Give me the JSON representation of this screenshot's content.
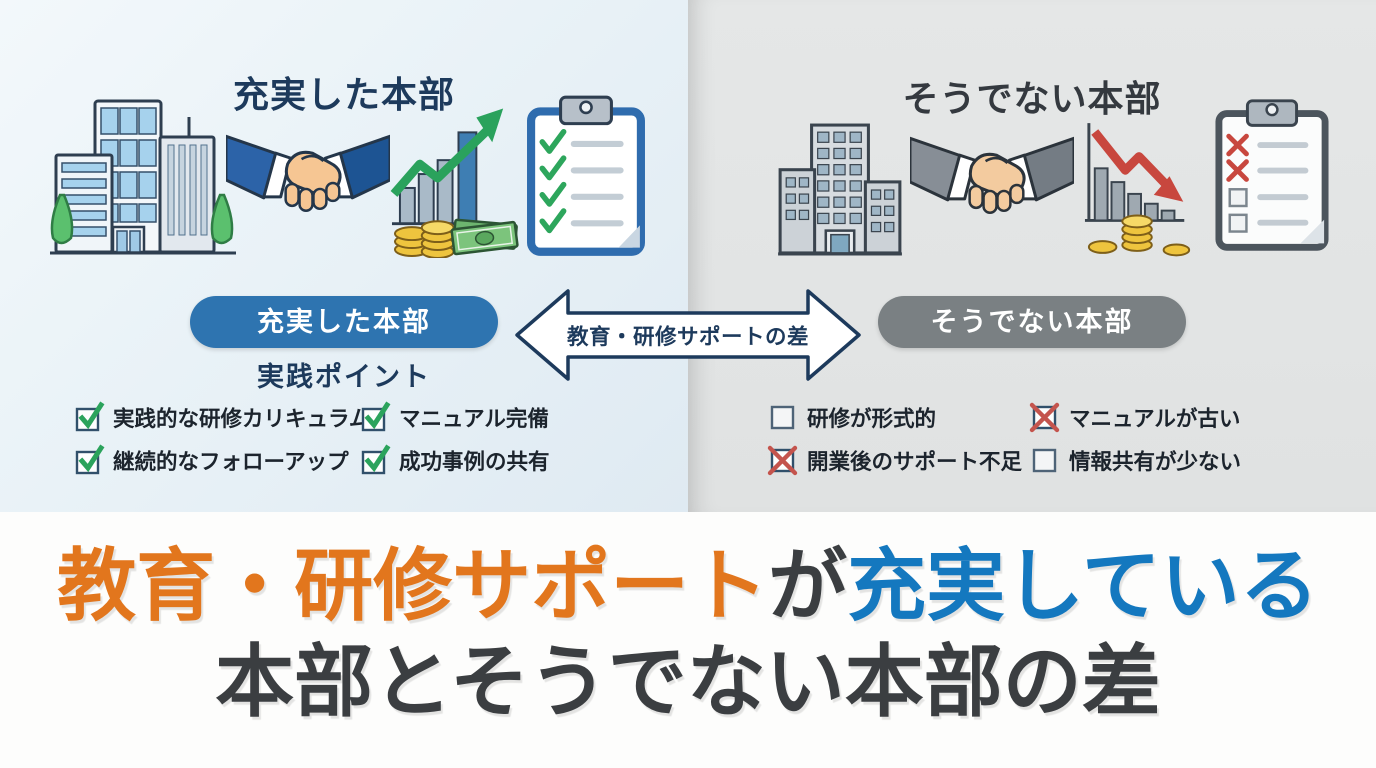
{
  "left_panel": {
    "title": "充実した本部",
    "pill_label": "充実した本部",
    "subheading": "実践ポイント",
    "checklist": [
      {
        "label": "実践的な研修カリキュラム",
        "state": "checked"
      },
      {
        "label": "マニュアル完備",
        "state": "checked"
      },
      {
        "label": "継続的なフォローアップ",
        "state": "checked"
      },
      {
        "label": "成功事例の共有",
        "state": "checked"
      }
    ],
    "icons": [
      "office-buildings",
      "handshake",
      "growth-chart-with-coins-and-bills",
      "checked-clipboard"
    ]
  },
  "right_panel": {
    "title": "そうでない本部",
    "pill_label": "そうでない本部",
    "checklist": [
      {
        "label": "研修が形式的",
        "state": "empty"
      },
      {
        "label": "マニュアルが古い",
        "state": "crossed"
      },
      {
        "label": "開業後のサポート不足",
        "state": "crossed"
      },
      {
        "label": "情報共有が少ない",
        "state": "empty"
      }
    ],
    "icons": [
      "office-buildings-gray",
      "handshake-gray",
      "decline-chart-with-coins",
      "crossed-clipboard"
    ]
  },
  "arrow": {
    "label": "教育・研修サポートの差"
  },
  "headline": {
    "line1_orange": "教育・研修サポート",
    "line1_dark": "が",
    "line1_blue": "充実している",
    "line2": "本部とそうでない本部の差"
  },
  "colors": {
    "pill_blue": "#2e74b0",
    "pill_gray": "#7a8083",
    "headline_orange": "#e2761d",
    "headline_blue": "#1478bf",
    "headline_dark": "#3b3e41",
    "navy_text": "#1d3a5c",
    "check_green": "#2ba35c",
    "cross_red": "#c4544d",
    "left_panel_bg": "#e9f2f7",
    "right_panel_bg": "#e2e4e4"
  }
}
